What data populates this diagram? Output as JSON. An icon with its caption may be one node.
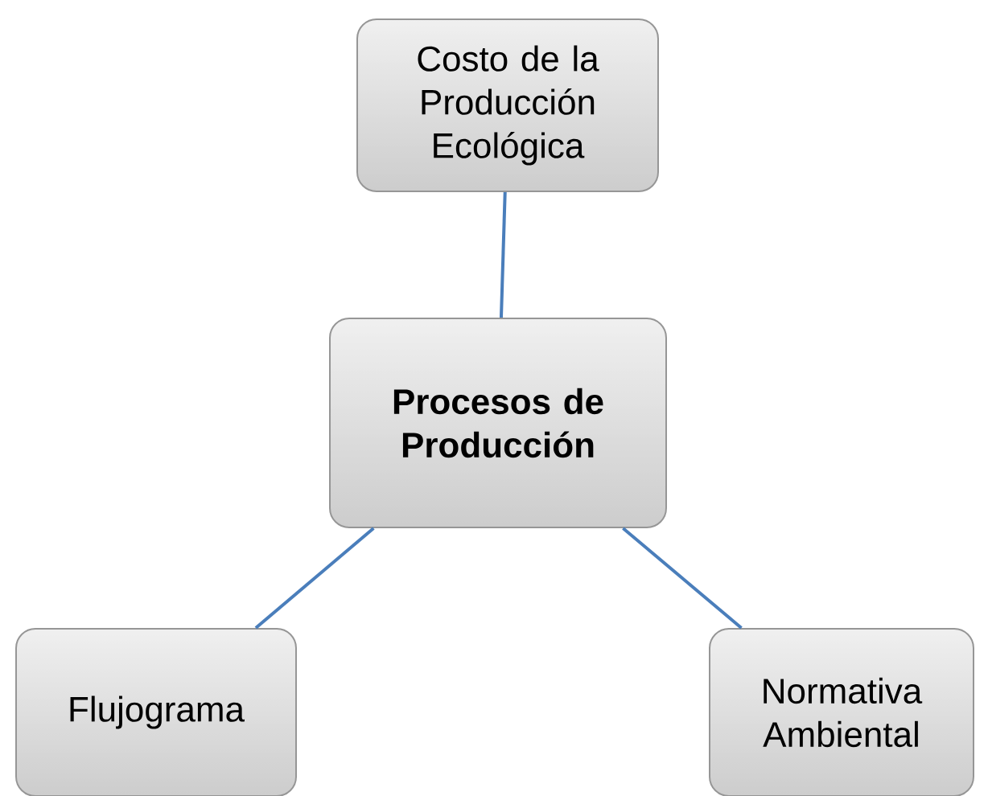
{
  "diagram": {
    "nodes": [
      {
        "text": [
          "Costo de la Producción Ecológica"
        ]
      },
      {
        "text": [
          "**Procesos de Producción**"
        ]
      },
      {
        "text": [
          "Flujograma"
        ]
      },
      {
        "text": [
          "Normativa Ambiental"
        ]
      }
    ],
    "edges": [
      {
        "from": 0,
        "to": 1,
        "arrow": "none"
      },
      {
        "from": 1,
        "to": 2,
        "arrow": "none"
      },
      {
        "from": 1,
        "to": 3,
        "arrow": "none"
      }
    ]
  }
}
